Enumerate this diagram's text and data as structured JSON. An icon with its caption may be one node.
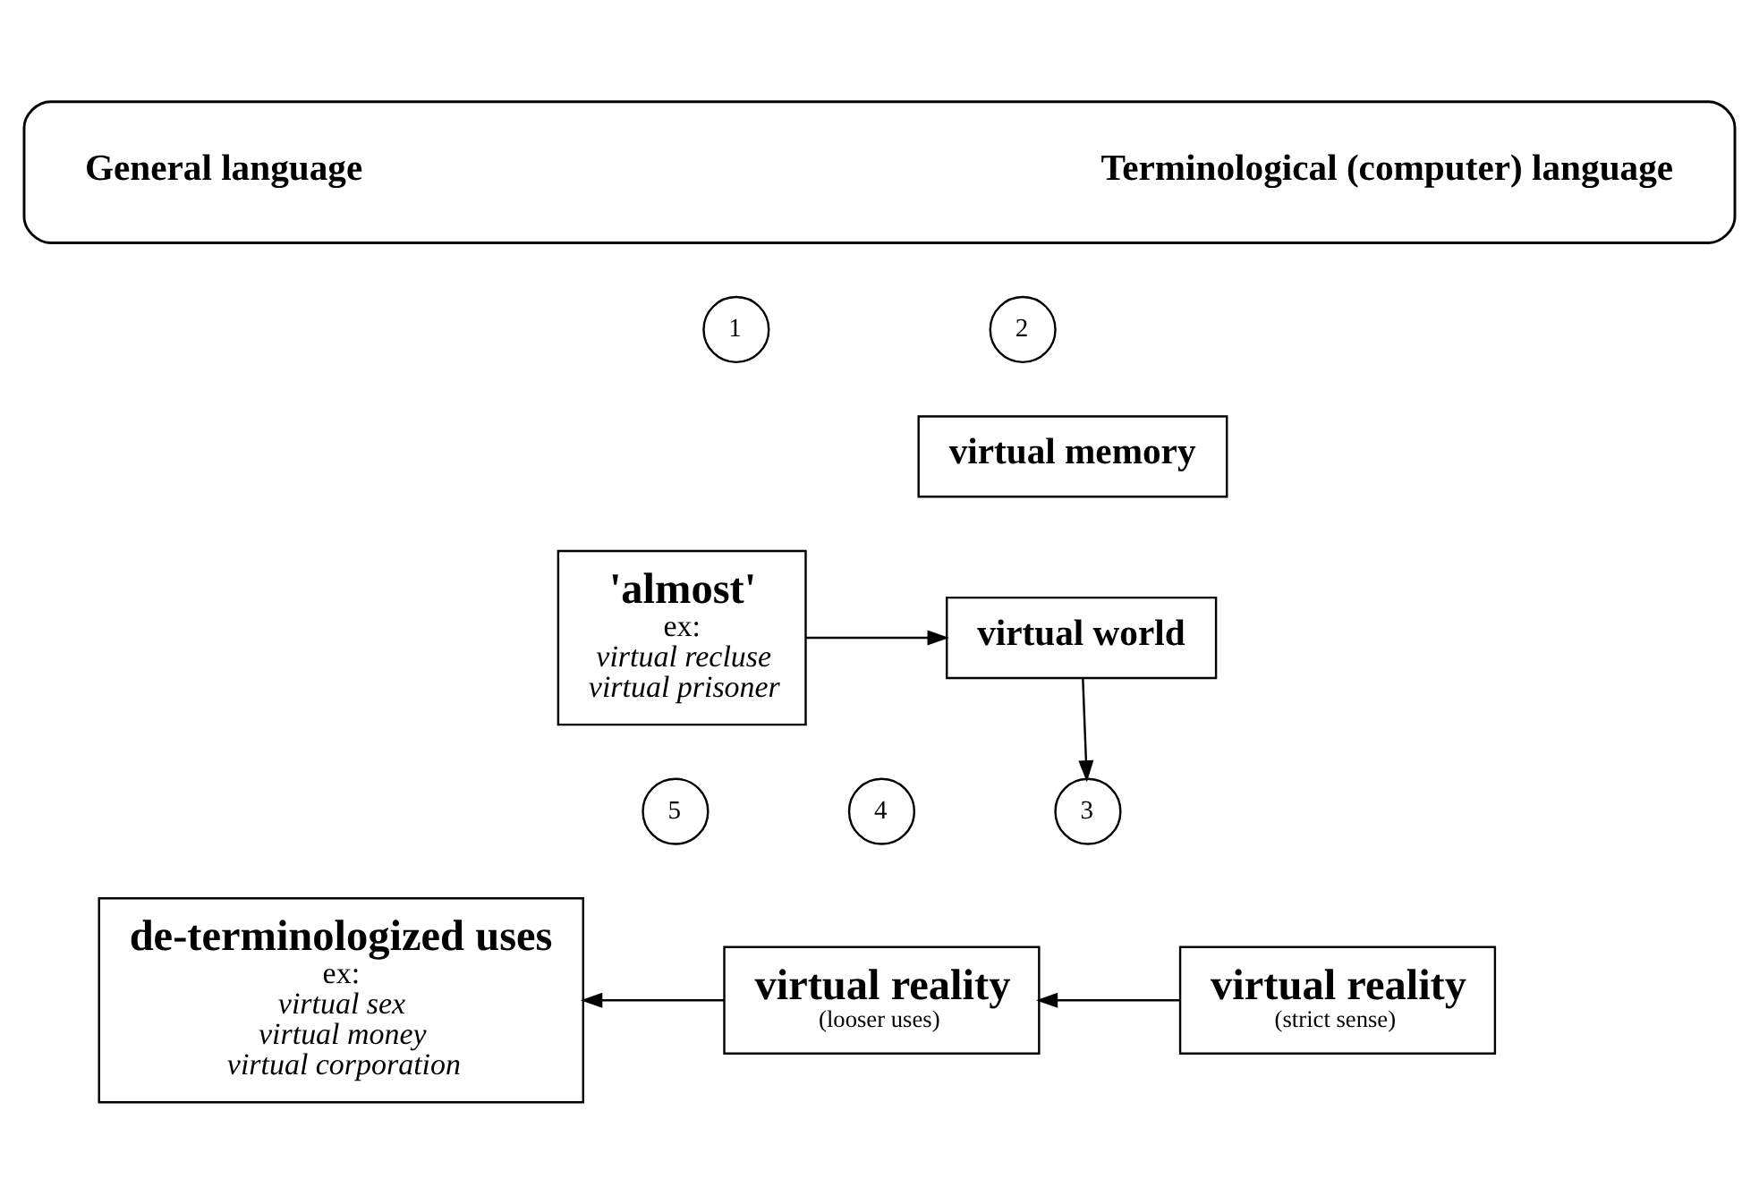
{
  "diagram": {
    "nodes": [
      {
        "text": [
          "General language",
          "Terminological (computer) language"
        ]
      },
      {
        "text": [
          "1"
        ]
      },
      {
        "text": [
          "'almost'",
          "ex:",
          "virtual recluse",
          "virtual prisoner"
        ]
      },
      {
        "text": [
          "2"
        ]
      },
      {
        "text": [
          "virtual memory"
        ]
      },
      {
        "text": [
          "virtual world"
        ]
      },
      {
        "text": [
          "3"
        ]
      },
      {
        "text": [
          "virtual reality",
          "(strict sense)"
        ]
      },
      {
        "text": [
          "4"
        ]
      },
      {
        "text": [
          "virtual reality",
          "(looser uses)"
        ]
      },
      {
        "text": [
          "5"
        ]
      },
      {
        "text": [
          "de-terminologized uses",
          "ex:",
          "virtual sex",
          "virtual money",
          "virtual corporation"
        ]
      }
    ],
    "edges": [
      {
        "from": 2,
        "to": 5,
        "arrow": "to"
      },
      {
        "from": 5,
        "to": 6,
        "arrow": "to"
      },
      {
        "from": 7,
        "to": 9,
        "arrow": "to"
      },
      {
        "from": 9,
        "to": 11,
        "arrow": "to"
      }
    ]
  }
}
